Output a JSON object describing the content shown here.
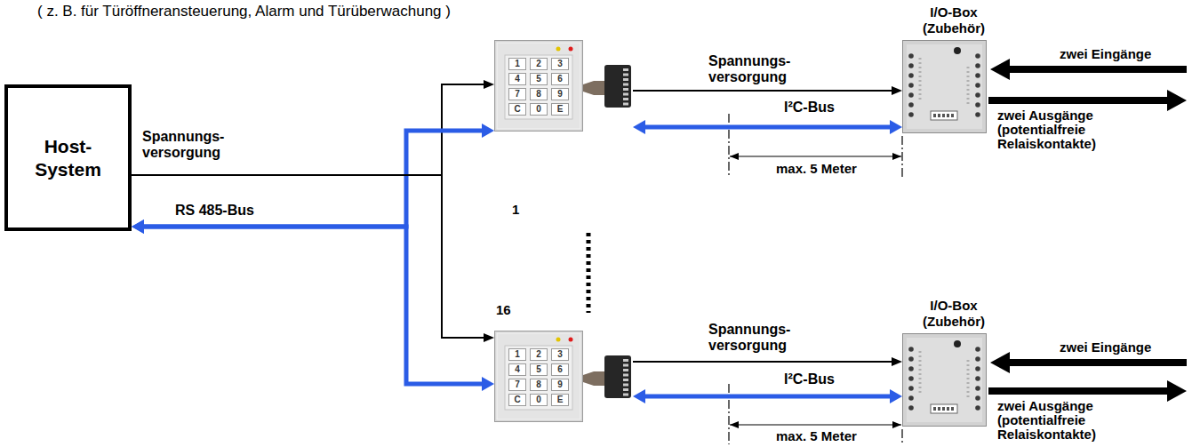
{
  "diagram": {
    "nodes": [
      {
        "text": [
          "Host- System"
        ]
      },
      {
        "text": [
          "1"
        ]
      },
      {
        "text": [
          "I/O-Box (Zubehör)"
        ]
      },
      {
        "text": [
          "16"
        ]
      },
      {
        "text": [
          "I/O-Box (Zubehör)"
        ]
      }
    ],
    "edges": [
      {
        "from": 0,
        "to": 1,
        "arrow": "to",
        "label": "Spannungs- versorgung"
      },
      {
        "from": 0,
        "to": 1,
        "arrow": "both",
        "label": "RS 485-Bus"
      },
      {
        "from": 0,
        "to": 3,
        "arrow": "to"
      },
      {
        "from": 0,
        "to": 3,
        "arrow": "both"
      },
      {
        "from": 1,
        "to": 2,
        "arrow": "to",
        "label": "Spannungs- versorgung"
      },
      {
        "from": 1,
        "to": 2,
        "arrow": "both",
        "label": "I²C-Bus"
      },
      {
        "from": 3,
        "to": 4,
        "arrow": "to",
        "label": "Spannungs- versorgung"
      },
      {
        "from": 3,
        "to": 4,
        "arrow": "both",
        "label": "I²C-Bus"
      }
    ],
    "labels": [
      "( z. B. für Türöffneransteuerung, Alarm und Türüberwachung )",
      "1",
      "2",
      "3",
      "4",
      "5",
      "6",
      "7",
      "8",
      "9",
      "C",
      "0",
      "E",
      "max. 5 Meter",
      "zwei Eingänge",
      "zwei Ausgänge (potentialfreie Relaiskontakte)",
      "1",
      "2",
      "3",
      "4",
      "5",
      "6",
      "7",
      "8",
      "9",
      "C",
      "0",
      "E",
      "max. 5 Meter",
      "zwei Eingänge",
      "zwei Ausgänge (potentialfreie Relaiskontakte)"
    ]
  }
}
